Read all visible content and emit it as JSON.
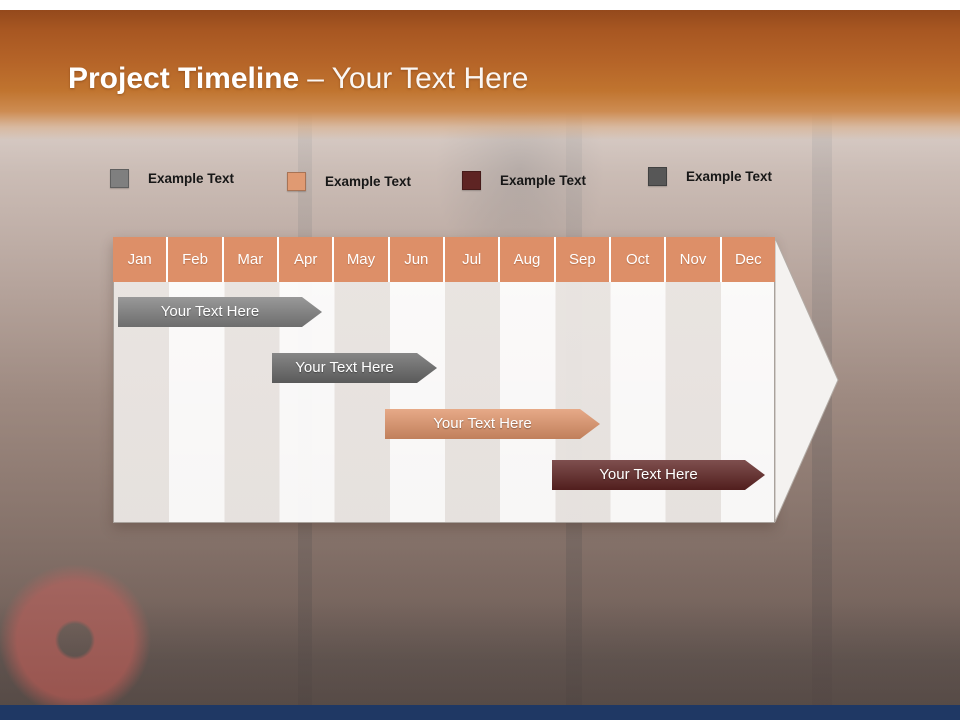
{
  "header": {
    "title_primary": "Project Timeline",
    "title_secondary": "– Your Text Here",
    "band_top_color": "#A85722",
    "band_bottom_color": "#CD8C52"
  },
  "legend": {
    "items": [
      {
        "label": "Example Text",
        "color": "#7F7F7F",
        "icon": "gray-swatch"
      },
      {
        "label": "Example Text",
        "color": "#E09A72",
        "icon": "peach-swatch"
      },
      {
        "label": "Example Text",
        "color": "#5E2423",
        "icon": "maroon-swatch"
      },
      {
        "label": "Example Text",
        "color": "#575757",
        "icon": "darkgray-swatch"
      }
    ]
  },
  "timeline": {
    "months": [
      "Jan",
      "Feb",
      "Mar",
      "Apr",
      "May",
      "Jun",
      "Jul",
      "Aug",
      "Sep",
      "Oct",
      "Nov",
      "Dec"
    ],
    "header_color": "#DD8F68",
    "arrow_fill_color": "#F4F2F0",
    "bars": [
      {
        "label": "Your  Text Here",
        "color": "#7F7F7F",
        "start": "Jan",
        "end": "Mar",
        "row": 1
      },
      {
        "label": "Your  Text Here",
        "color": "#686868",
        "start": "Apr",
        "end": "Jun",
        "row": 2
      },
      {
        "label": "Your  Text Here",
        "color": "#E0946A",
        "start": "Jun",
        "end": "Sep",
        "row": 3
      },
      {
        "label": "Your  Text Here",
        "color": "#5E2322",
        "start": "Sep",
        "end": "Dec",
        "row": 4
      }
    ]
  },
  "footer": {
    "bar_color": "#1F3864"
  }
}
